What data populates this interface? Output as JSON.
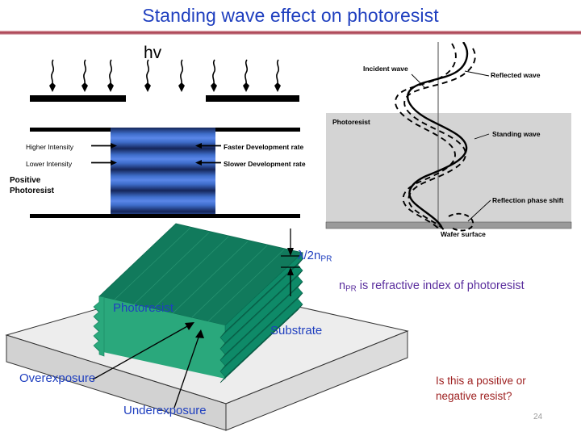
{
  "slide": {
    "title": "Standing wave effect on photoresist",
    "number": "24",
    "title_color": "#1f3fbf",
    "rule_color": "#a63a4c"
  },
  "exposure_diagram": {
    "light_label": "hv",
    "mask_bars": 2,
    "wavy_arrow_count": 8,
    "labels": {
      "higher_intensity": "Higher Intensity",
      "lower_intensity": "Lower Intensity",
      "positive_photoresist_line1": "Positive",
      "positive_photoresist_line2": "Photoresist",
      "faster_development": "Faster Development rate",
      "slower_development": "Slower Development rate"
    },
    "band_colors": {
      "bright": "#5a86e8",
      "dark": "#15265a"
    }
  },
  "wave_figure": {
    "labels": {
      "incident_wave": "Incident wave",
      "reflected_wave": "Reflected wave",
      "photoresist": "Photoresist",
      "standing_wave": "Standing wave",
      "reflection_phase_shift": "Reflection phase shift",
      "wafer_surface": "Wafer surface"
    },
    "colors": {
      "resist_fill": "#d4d4d4",
      "wafer_fill": "#9a9a9a",
      "curve": "#000000"
    }
  },
  "block_figure": {
    "labels": {
      "photoresist": "Photoresist",
      "substrate": "Substrate",
      "overexposure": "Overexposure",
      "underexposure": "Underexposure"
    },
    "colors": {
      "resist_top": "#117a5c",
      "resist_front": "#2aa87c",
      "resist_side": "#0e8a68",
      "substrate_top": "#ededed",
      "substrate_front": "#d2d2d2",
      "substrate_side": "#dcdcdc"
    }
  },
  "annotations": {
    "lambda_main": "λ/2n",
    "lambda_sub": "PR",
    "npr_note_main_pre": "n",
    "npr_note_sub": "PR",
    "npr_note_main_post": " is refractive index of photoresist",
    "question_line1": "Is this a positive or",
    "question_line2": "negative resist?"
  }
}
